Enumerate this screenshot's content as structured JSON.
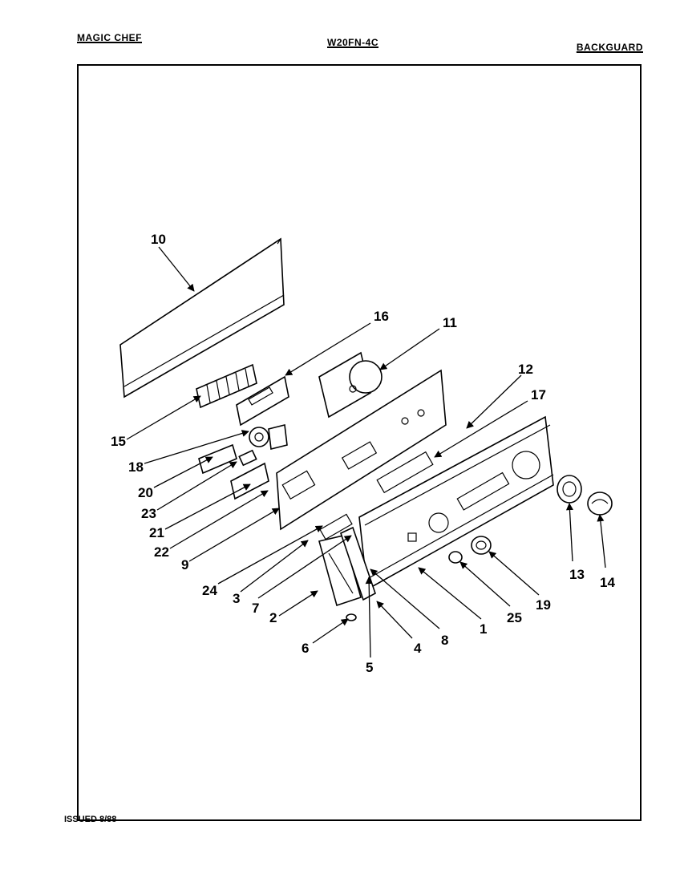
{
  "header": {
    "brand": "MAGIC CHEF",
    "model": "W20FN-4C",
    "section": "BACKGUARD"
  },
  "footer": {
    "issued": "ISSUED 8/88"
  },
  "callouts": [
    "10",
    "16",
    "11",
    "12",
    "17",
    "15",
    "18",
    "20",
    "23",
    "21",
    "22",
    "9",
    "24",
    "3",
    "7",
    "2",
    "6",
    "5",
    "4",
    "8",
    "1",
    "25",
    "19",
    "13",
    "14"
  ]
}
